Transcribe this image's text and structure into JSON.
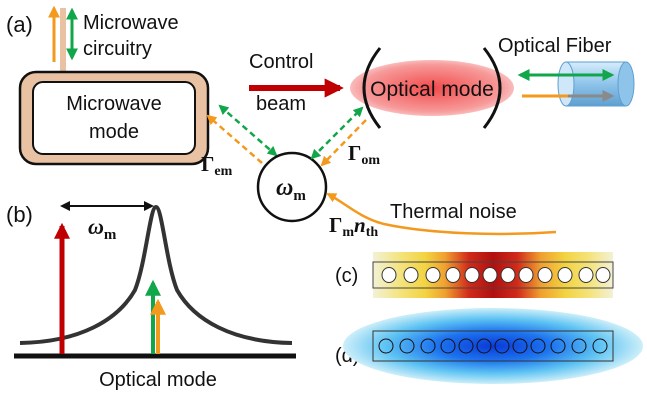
{
  "panels": {
    "a": "(a)",
    "b": "(b)",
    "c": "(c)",
    "d": "(d)"
  },
  "labels": {
    "microwave_circuitry_line1": "Microwave",
    "microwave_circuitry_line2": "circuitry",
    "microwave_mode_line1": "Microwave",
    "microwave_mode_line2": "mode",
    "control_beam_line1": "Control",
    "control_beam_line2": "beam",
    "optical_mode_box": "Optical mode",
    "optical_fiber": "Optical Fiber",
    "thermal_noise": "Thermal noise",
    "optical_mode_axis": "Optical mode"
  },
  "symbols": {
    "gamma_em_main": "Γ",
    "gamma_em_sub": "em",
    "gamma_om_main": "Γ",
    "gamma_om_sub": "om",
    "omega_m_main": "ω",
    "omega_m_sub": "m",
    "omega_spacing_main": "ω",
    "omega_spacing_sub": "m",
    "gamma_m_main": "Γ",
    "gamma_m_sub": "m",
    "n_th_main": "n",
    "n_th_sub": "th"
  },
  "colors": {
    "microwave_box": "#e9c2a3",
    "control_beam": "#c00000",
    "optical_mode_fill": "#f26b6b",
    "green_arrow": "#12a64a",
    "orange_arrow": "#f39a1e",
    "fiber": "#8fc4ea",
    "cavity_red": "#c00000"
  }
}
